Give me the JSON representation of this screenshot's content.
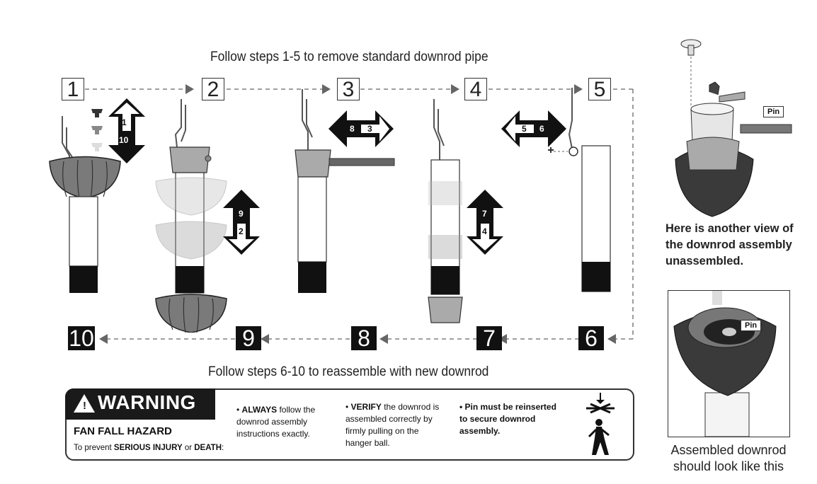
{
  "captions": {
    "top": "Follow steps 1-5 to remove standard downrod pipe",
    "bottom": "Follow steps 6-10 to reassemble with new downrod"
  },
  "steps_top": [
    "1",
    "2",
    "3",
    "4",
    "5"
  ],
  "steps_bottom": [
    "10",
    "9",
    "8",
    "7",
    "6"
  ],
  "arrows": {
    "a1": {
      "up": "1",
      "down": "10"
    },
    "a2": {
      "up": "9",
      "down": "2"
    },
    "a3": {
      "left": "8",
      "right": "3"
    },
    "a4": {
      "up": "7",
      "down": "4"
    },
    "a5": {
      "left": "5",
      "right": "6"
    }
  },
  "pin_label": "Pin",
  "side": {
    "other_view": [
      "Here is another view of",
      "the downrod assembly",
      "unassembled."
    ],
    "assembled": [
      "Assembled downrod",
      "should look like this"
    ]
  },
  "warning": {
    "title": "WARNING",
    "hazard": "FAN FALL HAZARD",
    "prevent_prefix": "To prevent ",
    "prevent_bold1": "SERIOUS INJURY",
    "prevent_mid": " or ",
    "prevent_bold2": "DEATH",
    "prevent_suffix": ":",
    "bullet1_bold": "ALWAYS",
    "bullet1_rest": " follow the downrod assembly instructions exactly.",
    "bullet2_bold": "VERIFY",
    "bullet2_rest": " the downrod is assembled correctly by firmly pulling on the hanger ball.",
    "bullet3": "Pin must be reinserted to secure downrod assembly."
  },
  "colors": {
    "housing": "#7a7a7a",
    "housing_dark": "#3a3a3a",
    "black_band": "#111111"
  }
}
